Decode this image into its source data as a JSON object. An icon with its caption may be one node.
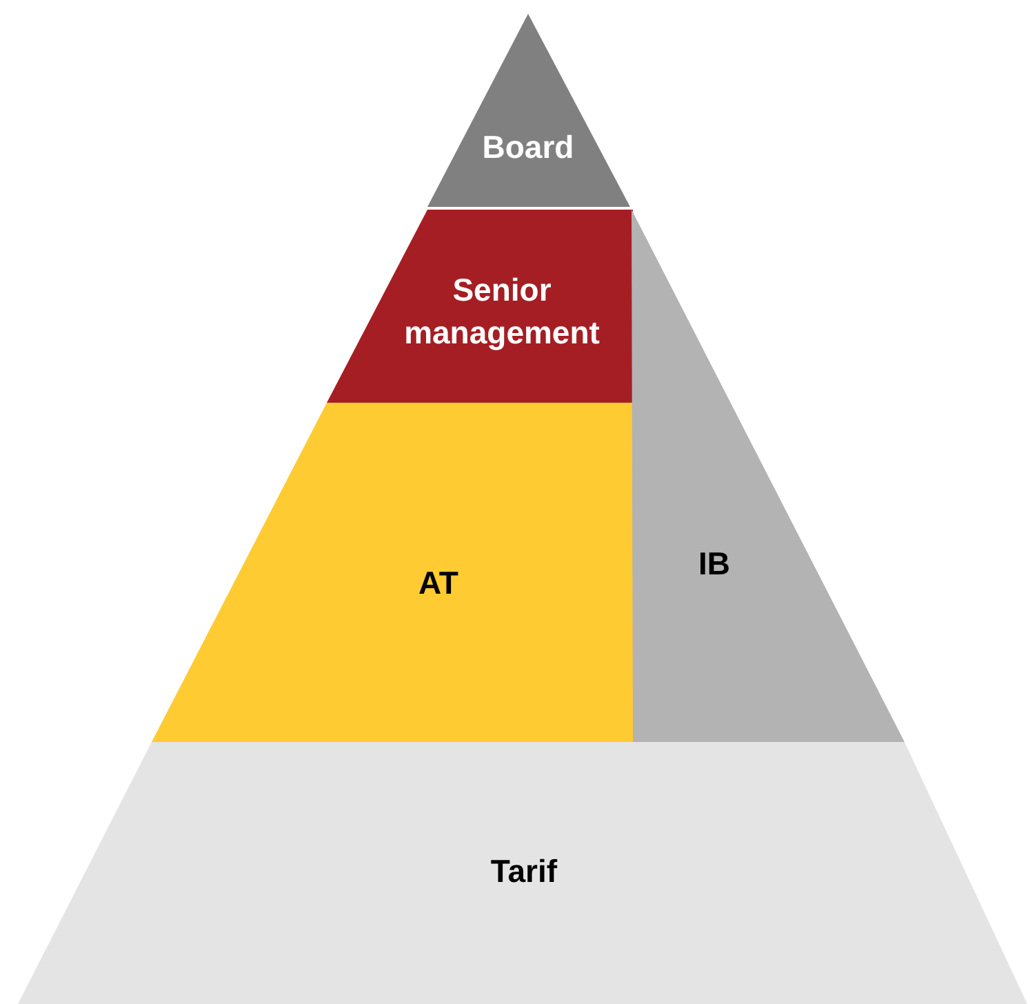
{
  "diagram": {
    "nodes": [
      {
        "text": [
          "Board"
        ]
      },
      {
        "text": [
          "Senior management"
        ]
      },
      {
        "text": [
          "AT"
        ]
      },
      {
        "text": [
          "IB"
        ]
      },
      {
        "text": [
          "Tarif"
        ]
      }
    ]
  }
}
